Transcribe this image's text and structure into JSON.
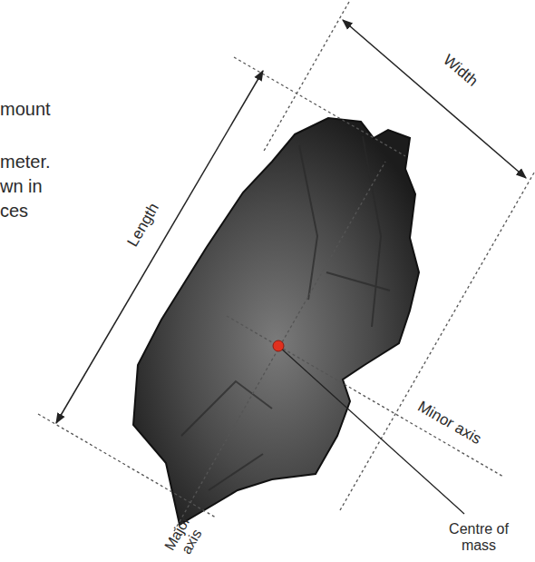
{
  "diagram": {
    "labels": [
      "mount",
      "meter.",
      "wn in",
      "ces",
      "Width",
      "Length",
      "Minor axis",
      "Centre of mass",
      "Major axis"
    ]
  }
}
